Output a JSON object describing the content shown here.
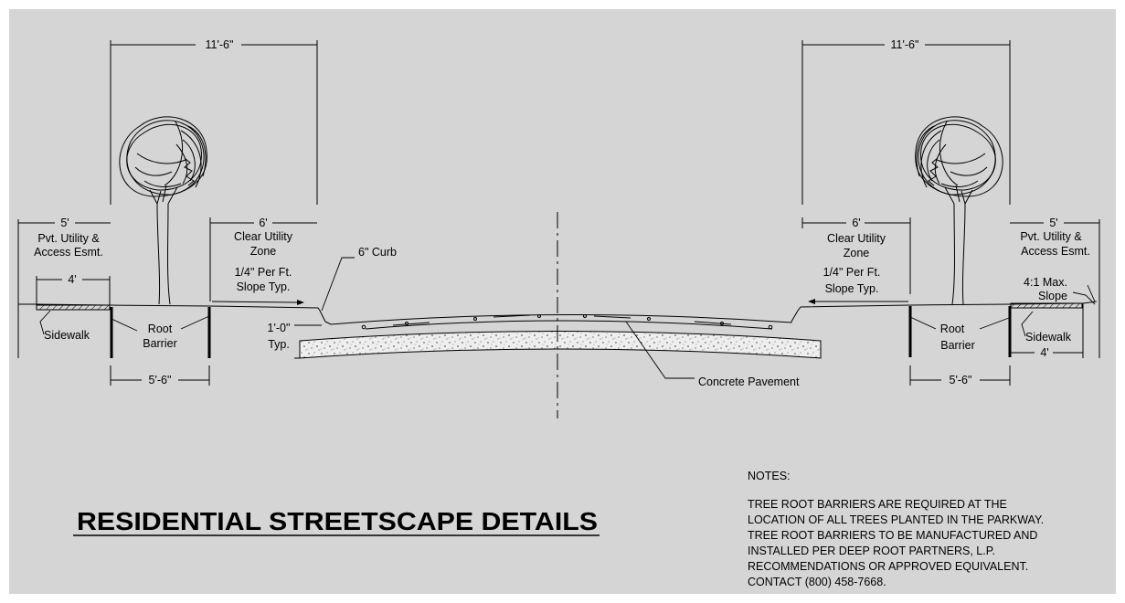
{
  "title": "RESIDENTIAL STREETSCAPE DETAILS",
  "notes": {
    "heading": "NOTES:",
    "lines": [
      "TREE ROOT BARRIERS ARE REQUIRED AT THE",
      "LOCATION OF ALL TREES PLANTED IN THE PARKWAY.",
      "TREE ROOT BARRIERS TO BE MANUFACTURED AND",
      "INSTALLED PER DEEP ROOT PARTNERS, L.P.",
      "RECOMMENDATIONS OR APPROVED EQUIVALENT.",
      "CONTACT (800) 458-7668."
    ]
  },
  "left": {
    "parkway_dim": "11'-6\"",
    "esmt_dim": "5'",
    "esmt_label_1": "Pvt. Utility &",
    "esmt_label_2": "Access Esmt.",
    "sidewalk_dim": "4'",
    "sidewalk_label": "Sidewalk",
    "root_barrier_1": "Root",
    "root_barrier_2": "Barrier",
    "barrier_dim": "5'-6\"",
    "clear_dim": "6'",
    "clear_1": "Clear Utility",
    "clear_2": "Zone",
    "slope_1": "1/4\" Per Ft.",
    "slope_2": "Slope Typ.",
    "curb_label": "6\" Curb",
    "depth_1": "1'-0\"",
    "depth_2": "Typ."
  },
  "center": {
    "pavement_label": "Concrete Pavement"
  },
  "right": {
    "parkway_dim": "11'-6\"",
    "clear_dim": "6'",
    "clear_1": "Clear Utility",
    "clear_2": "Zone",
    "slope_1": "1/4\" Per Ft.",
    "slope_2": "Slope Typ.",
    "esmt_dim": "5'",
    "esmt_label_1": "Pvt. Utility &",
    "esmt_label_2": "Access Esmt.",
    "max_slope_1": "4:1 Max.",
    "max_slope_2": "Slope",
    "root_barrier_1": "Root",
    "root_barrier_2": "Barrier",
    "sidewalk_label": "Sidewalk",
    "sidewalk_dim": "4'",
    "barrier_dim": "5'-6\""
  }
}
